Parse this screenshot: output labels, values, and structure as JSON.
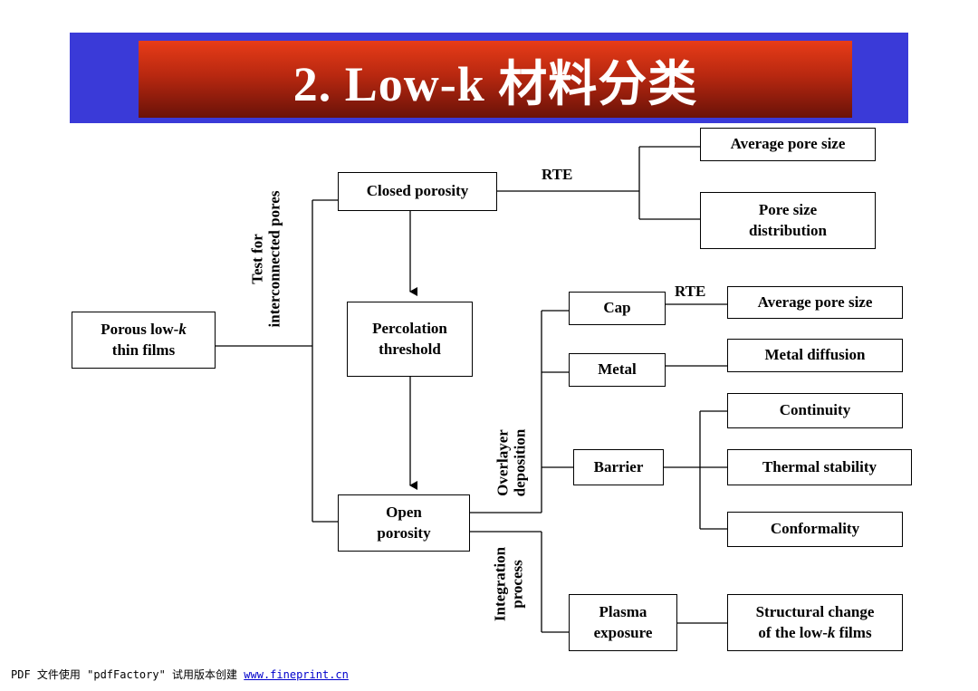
{
  "title": "2. Low-k 材料分类",
  "boxes": {
    "porous_films": "Porous low-k\nthin films",
    "closed_porosity": "Closed porosity",
    "percolation": "Percolation\nthreshold",
    "open_porosity": "Open\nporosity",
    "avg_pore_size_1": "Average pore size",
    "pore_size_distribution": "Pore size\ndistribution",
    "cap": "Cap",
    "metal": "Metal",
    "barrier": "Barrier",
    "avg_pore_size_2": "Average pore size",
    "metal_diffusion": "Metal diffusion",
    "continuity": "Continuity",
    "thermal_stability": "Thermal stability",
    "conformality": "Conformality",
    "plasma_exposure": "Plasma\nexposure",
    "structural_change": "Structural change\nof the low-k films"
  },
  "labels": {
    "rte_top": "RTE",
    "rte_cap": "RTE",
    "test_interconnected": "Test for\ninterconnected pores",
    "overlayer_deposition": "Overlayer\ndeposition",
    "integration_process": "Integration\nprocess"
  },
  "footer": {
    "text": "PDF 文件使用 \"pdfFactory\" 试用版本创建 ",
    "link": "www.fineprint.cn"
  }
}
